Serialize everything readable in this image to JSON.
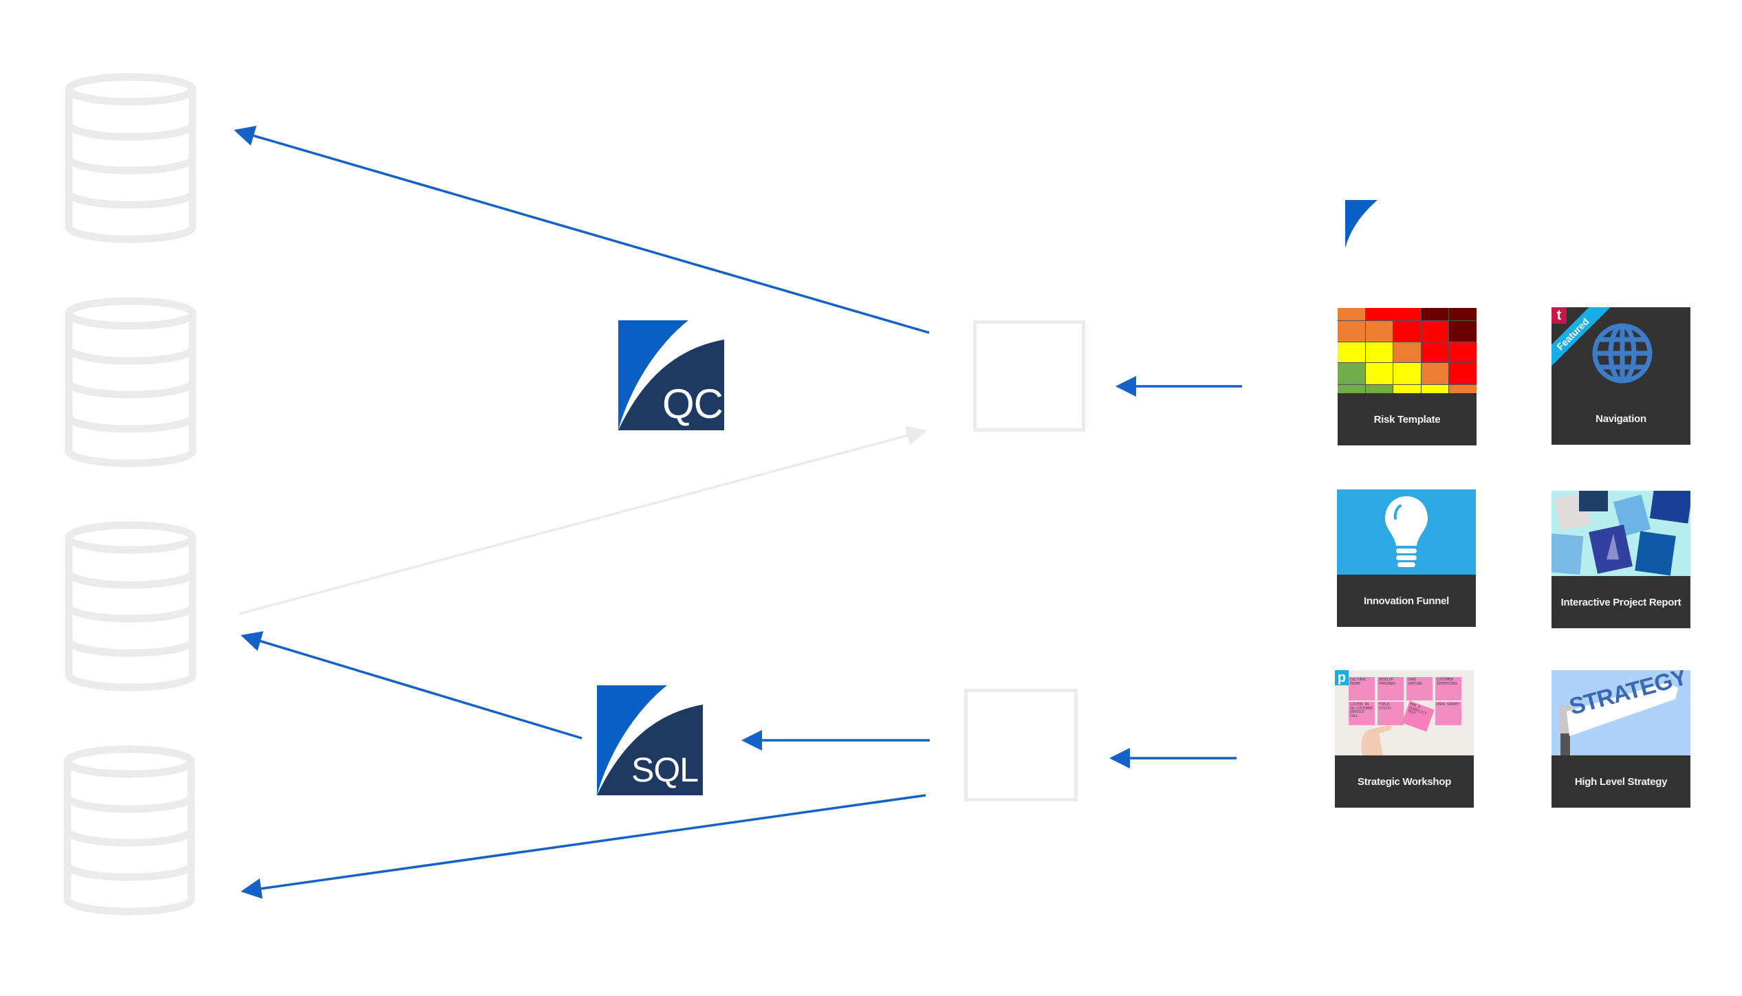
{
  "diagram": {
    "colors": {
      "arrow_primary": "#1461c7",
      "arrow_muted": "#ebebeb",
      "outline_light": "#ebebeb",
      "logo_light_blue": "#0a5fc4",
      "logo_navy": "#1e3a63",
      "tile_caption_bg": "#333333"
    },
    "databases": [
      {
        "id": "db1",
        "icon": "database-icon"
      },
      {
        "id": "db2",
        "icon": "database-icon"
      },
      {
        "id": "db3",
        "icon": "database-icon"
      },
      {
        "id": "db4",
        "icon": "database-icon"
      }
    ],
    "logos": {
      "qc": {
        "label": "QC"
      },
      "sql": {
        "label": "SQL"
      },
      "brand_mark": {
        "icon": "brand-swoosh-icon"
      }
    },
    "placeholders": [
      {
        "id": "box-top",
        "icon": "empty-square"
      },
      {
        "id": "box-bottom",
        "icon": "empty-square"
      }
    ],
    "tiles": [
      {
        "label": "Risk Template",
        "image": "risk-heatmap"
      },
      {
        "label": "Navigation",
        "image": "globe-icon",
        "badge_letter": "t",
        "badge_color": "#c8174b",
        "ribbon": "Featured"
      },
      {
        "label": "Innovation Funnel",
        "image": "lightbulb-icon"
      },
      {
        "label": "Interactive Project Report",
        "image": "project-report-collage"
      },
      {
        "label": "Strategic Workshop",
        "image": "sticky-notes-photo",
        "badge_letter": "p",
        "badge_color": "#16aee6"
      },
      {
        "label": "High Level Strategy",
        "image": "strategy-signpost"
      }
    ],
    "heatmap": {
      "rows": [
        [
          "orange",
          "red",
          "red",
          "darkred",
          "darkred"
        ],
        [
          "orange",
          "orange",
          "red",
          "red",
          "darkred"
        ],
        [
          "yellow",
          "yellow",
          "orange",
          "red",
          "red"
        ],
        [
          "green",
          "yellow",
          "yellow",
          "orange",
          "red"
        ],
        [
          "green",
          "green",
          "yellow",
          "yellow",
          "orange"
        ]
      ],
      "palette": {
        "green": "#70ad47",
        "yellow": "#ffff00",
        "orange": "#ed7d31",
        "red": "#ff0000",
        "darkred": "#6b0000"
      }
    },
    "sticky_notes": [
      "CULTURAL PROBE",
      "DEVELOP PERSONAS",
      "CARD SORTING",
      "CUSTOMER INTERVIEWS",
      "LISTEN IN ON CUSTOMER SERVICE CALL",
      "FIELD VISITS",
      "RUN A USABILITY TEST",
      "USER SURVEY"
    ],
    "signpost_text": "STRATEGY",
    "connections": [
      {
        "from": "box-top",
        "to": "db1",
        "style": "primary"
      },
      {
        "from": "db3",
        "to": "box-top",
        "style": "muted"
      },
      {
        "from": "tiles-row-1",
        "to": "box-top",
        "style": "primary"
      },
      {
        "from": "sql",
        "to": "db3",
        "style": "primary"
      },
      {
        "from": "box-bottom",
        "to": "sql",
        "style": "primary"
      },
      {
        "from": "box-bottom",
        "to": "db4",
        "style": "primary"
      },
      {
        "from": "tiles-row-3",
        "to": "box-bottom",
        "style": "primary"
      }
    ]
  }
}
